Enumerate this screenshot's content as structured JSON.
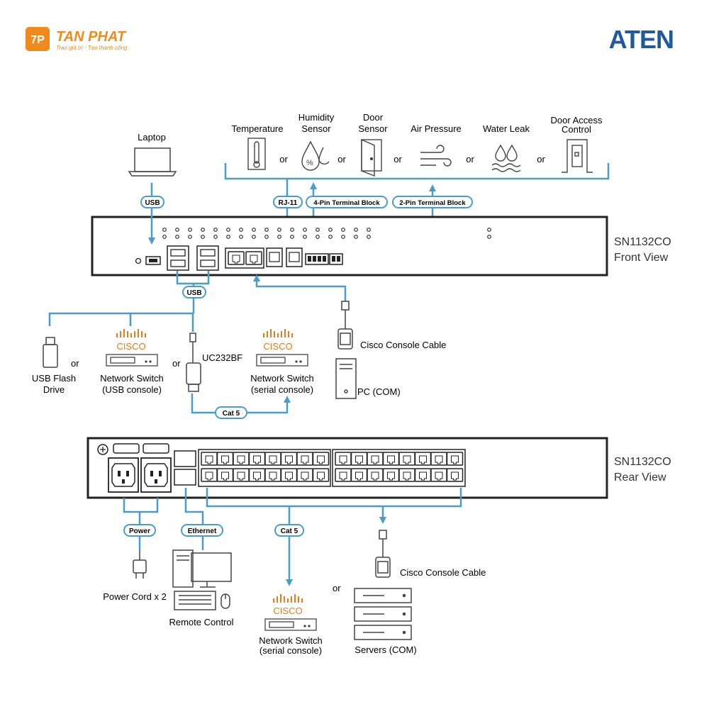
{
  "brand": {
    "name": "TAN PHAT",
    "tagline": "Trao giá trị - Tạo thành công",
    "logo_mark": "7P",
    "vendor_logo": "ATEN"
  },
  "colors": {
    "line": "#4a9dc9",
    "device_border": "#222222",
    "cisco_orange": "#e87b1e",
    "brand_orange": "#f08a1c"
  },
  "sensors": {
    "temperature": "Temperature",
    "humidity_1": "Humidity",
    "humidity_2": "Sensor",
    "door_1": "Door",
    "door_2": "Sensor",
    "air_pressure": "Air Pressure",
    "water_leak": "Water Leak",
    "door_access_1": "Door Access",
    "door_access_2": "Control",
    "or": "or"
  },
  "badges": {
    "rj11": "RJ-11",
    "pin4": "4-Pin Terminal Block",
    "pin2": "2-Pin Terminal Block",
    "usb_top": "USB",
    "usb_mid": "USB",
    "cat5_front": "Cat 5",
    "power": "Power",
    "ethernet": "Ethernet",
    "cat5_rear": "Cat 5"
  },
  "front": {
    "laptop": "Laptop",
    "model": "SN1132CO",
    "view": "Front View",
    "usb_flash_1": "USB Flash",
    "usb_flash_2": "Drive",
    "or1": "or",
    "or2": "or",
    "cisco": "CISCO",
    "switch_usb_1": "Network Switch",
    "switch_usb_2": "(USB console)",
    "uc232bf": "UC232BF",
    "switch_serial_1": "Network Switch",
    "switch_serial_2": "(serial console)",
    "console_cable": "Cisco Console Cable",
    "pc": "PC (COM)"
  },
  "rear": {
    "model": "SN1132CO",
    "view": "Rear View",
    "power_cord": "Power Cord x 2",
    "remote": "Remote Control",
    "or": "or",
    "cisco": "CISCO",
    "switch_1": "Network Switch",
    "switch_2": "(serial console)",
    "console_cable": "Cisco Console Cable",
    "servers": "Servers (COM)"
  }
}
